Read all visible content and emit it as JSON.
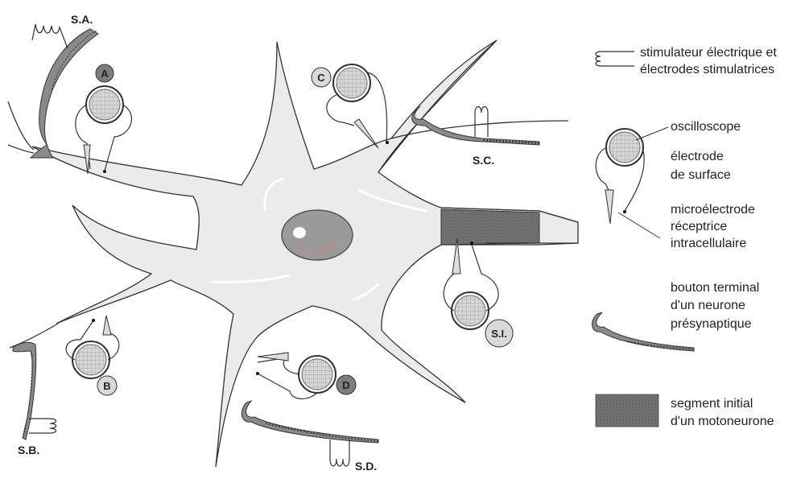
{
  "stim_labels": {
    "sa": "S.A.",
    "sb": "S.B.",
    "sc": "S.C.",
    "sd": "S.D."
  },
  "rec_labels": {
    "a": "A",
    "b": "B",
    "c": "C",
    "d": "D",
    "si": "S.I."
  },
  "legend": {
    "stimulator": [
      "stimulateur électrique et",
      "électrodes stimulatrices"
    ],
    "oscilloscope": "oscilloscope",
    "surface_electrode": [
      "électrode",
      "de surface"
    ],
    "microelectrode": [
      "microélectrode",
      "réceptrice",
      "intracellulaire"
    ],
    "terminal_button": [
      "bouton terminal",
      "d'un neurone",
      "présynaptique"
    ],
    "initial_segment": [
      "segment initial",
      "d'un motoneurone"
    ]
  },
  "colors": {
    "soma_fill": "#ebebeb",
    "nucleus_fill": "#9a9a9a",
    "initial_segment_fill": "#7a7a7a",
    "badge_dark": "#7d7d7d",
    "badge_light": "#d9d9d9",
    "terminal_fill": "#8a8a8a"
  }
}
